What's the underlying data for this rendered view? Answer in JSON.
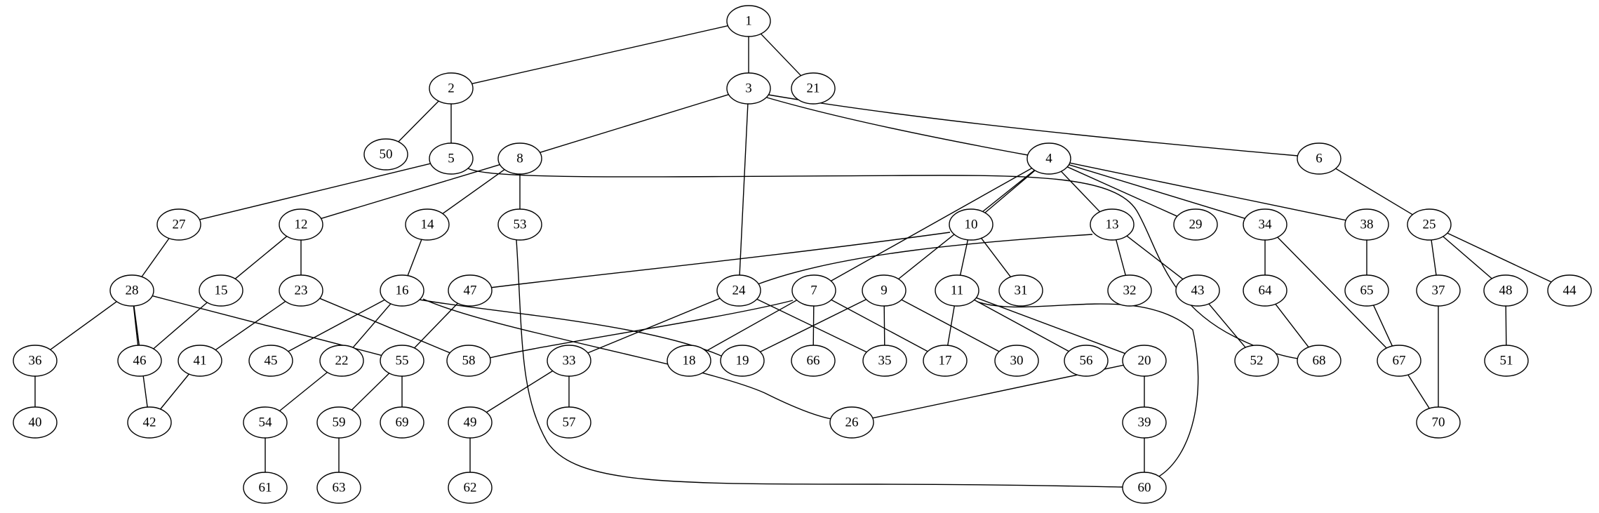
{
  "graph": {
    "type": "undirected-tree-graph",
    "nodes": [
      "1",
      "2",
      "3",
      "4",
      "5",
      "6",
      "7",
      "8",
      "9",
      "10",
      "11",
      "12",
      "13",
      "14",
      "15",
      "16",
      "17",
      "18",
      "19",
      "20",
      "21",
      "22",
      "23",
      "24",
      "25",
      "26",
      "27",
      "28",
      "29",
      "30",
      "31",
      "32",
      "33",
      "34",
      "35",
      "36",
      "37",
      "38",
      "39",
      "40",
      "41",
      "42",
      "43",
      "44",
      "45",
      "46",
      "47",
      "48",
      "49",
      "50",
      "51",
      "52",
      "53",
      "54",
      "55",
      "56",
      "57",
      "58",
      "59",
      "60",
      "61",
      "62",
      "63",
      "64",
      "65",
      "66",
      "67",
      "68",
      "69",
      "70"
    ],
    "edges": [
      [
        "1",
        "2"
      ],
      [
        "1",
        "3"
      ],
      [
        "1",
        "21"
      ],
      [
        "2",
        "50"
      ],
      [
        "2",
        "5"
      ],
      [
        "3",
        "8"
      ],
      [
        "3",
        "24"
      ],
      [
        "3",
        "4"
      ],
      [
        "3",
        "6"
      ],
      [
        "5",
        "27"
      ],
      [
        "5",
        "68"
      ],
      [
        "8",
        "12"
      ],
      [
        "8",
        "14"
      ],
      [
        "8",
        "53"
      ],
      [
        "6",
        "25"
      ],
      [
        "4",
        "7"
      ],
      [
        "4",
        "9"
      ],
      [
        "4",
        "10"
      ],
      [
        "4",
        "13"
      ],
      [
        "4",
        "29"
      ],
      [
        "4",
        "34"
      ],
      [
        "4",
        "38"
      ],
      [
        "27",
        "28"
      ],
      [
        "12",
        "15"
      ],
      [
        "12",
        "23"
      ],
      [
        "14",
        "16"
      ],
      [
        "53",
        "60"
      ],
      [
        "10",
        "47"
      ],
      [
        "10",
        "11"
      ],
      [
        "10",
        "31"
      ],
      [
        "13",
        "24"
      ],
      [
        "13",
        "32"
      ],
      [
        "13",
        "43"
      ],
      [
        "34",
        "64"
      ],
      [
        "34",
        "67"
      ],
      [
        "38",
        "65"
      ],
      [
        "25",
        "37"
      ],
      [
        "25",
        "48"
      ],
      [
        "25",
        "44"
      ],
      [
        "28",
        "36"
      ],
      [
        "28",
        "46"
      ],
      [
        "28",
        "42"
      ],
      [
        "28",
        "55"
      ],
      [
        "15",
        "46"
      ],
      [
        "23",
        "41"
      ],
      [
        "23",
        "58"
      ],
      [
        "16",
        "45"
      ],
      [
        "16",
        "22"
      ],
      [
        "16",
        "19"
      ],
      [
        "16",
        "26"
      ],
      [
        "47",
        "55"
      ],
      [
        "24",
        "33"
      ],
      [
        "24",
        "35"
      ],
      [
        "7",
        "58"
      ],
      [
        "7",
        "18"
      ],
      [
        "7",
        "66"
      ],
      [
        "7",
        "17"
      ],
      [
        "9",
        "19"
      ],
      [
        "9",
        "35"
      ],
      [
        "9",
        "30"
      ],
      [
        "11",
        "17"
      ],
      [
        "11",
        "56"
      ],
      [
        "11",
        "20"
      ],
      [
        "11",
        "60"
      ],
      [
        "43",
        "52"
      ],
      [
        "64",
        "68"
      ],
      [
        "65",
        "67"
      ],
      [
        "37",
        "70"
      ],
      [
        "48",
        "51"
      ],
      [
        "36",
        "40"
      ],
      [
        "41",
        "42"
      ],
      [
        "22",
        "54"
      ],
      [
        "55",
        "59"
      ],
      [
        "55",
        "69"
      ],
      [
        "33",
        "49"
      ],
      [
        "33",
        "57"
      ],
      [
        "20",
        "26"
      ],
      [
        "20",
        "39"
      ],
      [
        "67",
        "70"
      ],
      [
        "54",
        "61"
      ],
      [
        "59",
        "63"
      ],
      [
        "49",
        "62"
      ],
      [
        "39",
        "60"
      ]
    ]
  }
}
